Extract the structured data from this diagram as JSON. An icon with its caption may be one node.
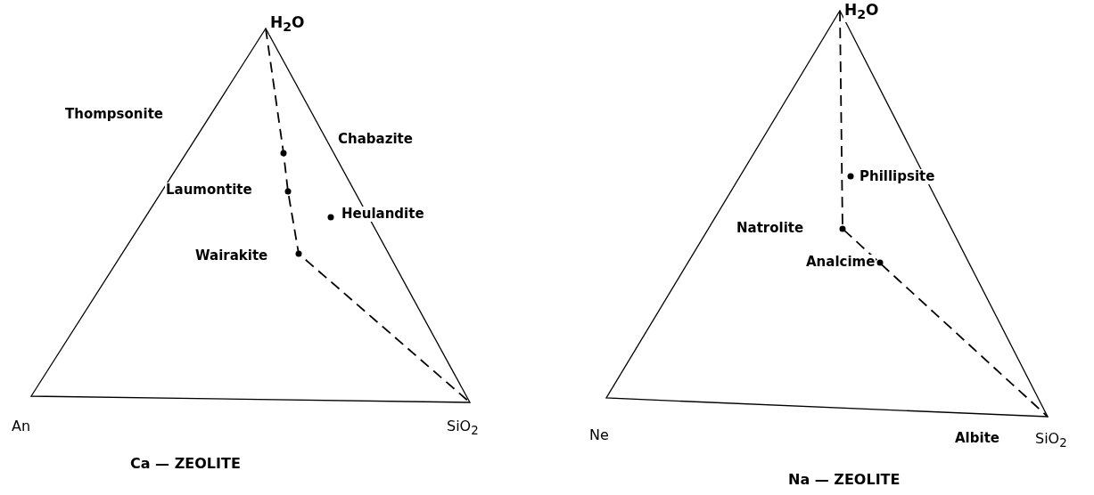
{
  "diagram": {
    "labels": [
      "H$_{2}$O",
      "Thompsonite",
      "Chabazite",
      "Laumontite",
      "Heulandite",
      "Wairakite",
      "An",
      "SiO$_{2}$",
      "Ca — ZEOLITE",
      "H$_{2}$O",
      "Phillipsite",
      "Natrolite",
      "Analcime",
      "Ne",
      "Albite",
      "SiO$_{2}$",
      "Na — ZEOLITE"
    ]
  }
}
